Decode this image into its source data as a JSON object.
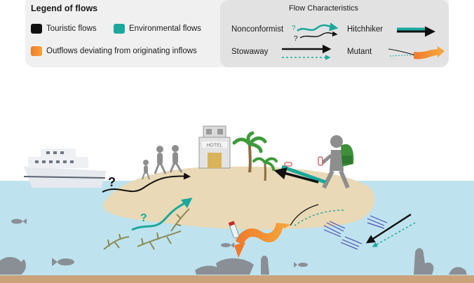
{
  "legend": {
    "title": "Legend of flows",
    "items": [
      {
        "label": "Touristic flows",
        "color": "#111111"
      },
      {
        "label": "Environmental flows",
        "color": "#1aa89c"
      },
      {
        "label": "Outflows deviating from originating inflows",
        "color": "#f07a2a"
      }
    ]
  },
  "characteristics": {
    "title": "Flow Characteristics",
    "items": [
      {
        "label": "Nonconformist"
      },
      {
        "label": "Hitchhiker"
      },
      {
        "label": "Stowaway"
      },
      {
        "label": "Mutant"
      }
    ],
    "question_mark": "?"
  },
  "scene": {
    "hotel_sign": "HOTEL",
    "question_mark": "?"
  },
  "colors": {
    "sea": "#bfe3ee",
    "sand": "#e9d9b6",
    "seabed": "#c9a27a",
    "teal": "#1aa89c",
    "black": "#111111",
    "orange": "#f07a2a"
  }
}
